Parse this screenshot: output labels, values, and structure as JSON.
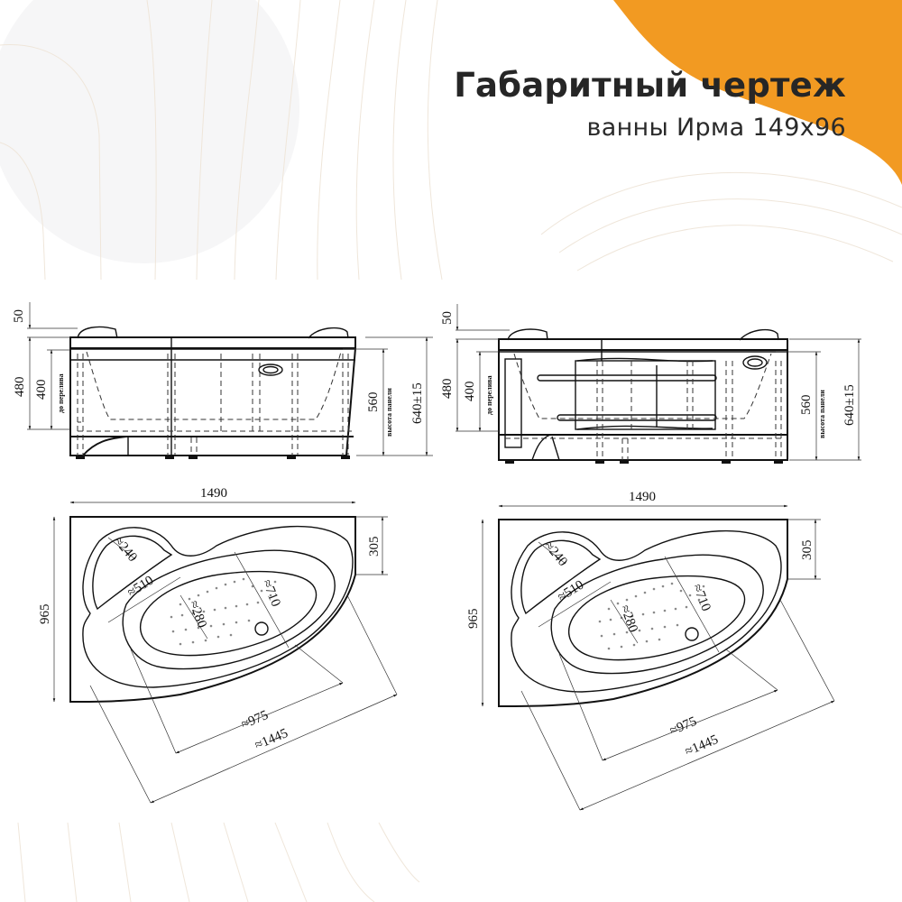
{
  "header": {
    "title": "Габаритный чертеж",
    "subtitle": "ванны Ирма 149x96"
  },
  "colors": {
    "accent_orange": "#F29A22",
    "background": "#FFFFFF",
    "bg_circle": "#F6F6F7",
    "text": "#262626"
  },
  "side_views": [
    {
      "id": "side-view-left",
      "dims": {
        "headrest": "50",
        "height_to_rim": "480",
        "to_overflow": "400",
        "to_overflow_label": "до перелива",
        "panel_height": "560",
        "panel_height_label": "высота панели",
        "total_height": "640±15"
      }
    },
    {
      "id": "side-view-right",
      "dims": {
        "headrest": "50",
        "height_to_rim": "480",
        "to_overflow": "400",
        "to_overflow_label": "до перелива",
        "panel_height": "560",
        "panel_height_label": "высота панели",
        "total_height": "640±15"
      }
    }
  ],
  "top_views": [
    {
      "id": "top-view-left",
      "dims": {
        "length": "1490",
        "width": "965",
        "corner": "305",
        "seat": "≈240",
        "inner_width": "≈510",
        "bottom_width": "≈280",
        "inner_length": "≈710",
        "bottom_length": "≈975",
        "diagonal_length": "≈1445"
      }
    },
    {
      "id": "top-view-right",
      "dims": {
        "length": "1490",
        "width": "965",
        "corner": "305",
        "seat": "≈240",
        "inner_width": "≈510",
        "bottom_width": "≈280",
        "inner_length": "≈710",
        "bottom_length": "≈975",
        "diagonal_length": "≈1445"
      }
    }
  ]
}
